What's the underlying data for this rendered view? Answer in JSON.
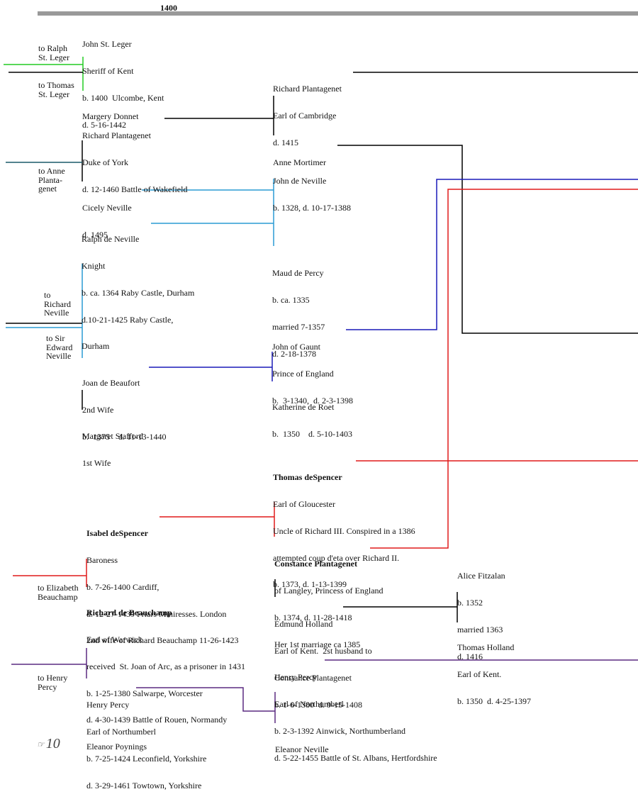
{
  "header": {
    "year": "1400"
  },
  "page_number": "10",
  "colors": {
    "green": "#22cc22",
    "black": "#000000",
    "teal": "#1a5a6a",
    "light_blue": "#2a9bd4",
    "blue": "#1a1ab8",
    "red": "#e01a1a",
    "purple": "#5a2a80",
    "bar": "#999999"
  },
  "refs": {
    "ralph": "to Ralph\nSt. Leger",
    "thomas_stleger": "to Thomas\nSt. Leger",
    "anne": "to Anne\nPlanta-\ngenet",
    "richard_neville": "to\nRichard\nNeville",
    "edward_neville": "to Sir\nEdward\nNeville",
    "elizabeth": "to Elizabeth\nBeauchamp",
    "henry_percy": "to Henry\nPercy"
  },
  "people": {
    "john_st_leger": {
      "name": "John St. Leger",
      "details": [
        "Sheriff of Kent",
        "b. 1400  Ulcombe, Kent",
        "d. 5-16-1442"
      ]
    },
    "margery_donnet": {
      "name": "Margery Donnet",
      "details": []
    },
    "richard_york": {
      "name": "Richard Plantagenet",
      "details": [
        "Duke of York",
        "d. 12-1460 Battle of Wakefield"
      ]
    },
    "cicely_neville": {
      "name": "Cicely Neville",
      "details": [
        "d. 1495"
      ]
    },
    "ralph_neville": {
      "name": "Ralph de Neville",
      "details": [
        "Knight",
        "b. ca. 1364 Raby Castle, Durham",
        "d.10-21-1425 Raby Castle,",
        "Durham"
      ]
    },
    "joan_beaufort": {
      "name": "Joan de Beaufort",
      "details": [
        "2nd Wife",
        "b.  1375    d. 11-13-1440"
      ]
    },
    "margaret_stafford": {
      "name": "Margaret Stafford",
      "details": [
        "1st Wife"
      ]
    },
    "richard_cambridge": {
      "name": "Richard Plantagenet",
      "details": [
        "Earl of Cambridge",
        "d. 1415"
      ]
    },
    "anne_mortimer": {
      "name": "Anne Mortimer",
      "details": []
    },
    "john_de_neville": {
      "name": "John de Neville",
      "details": [
        "b. 1328, d. 10-17-1388"
      ]
    },
    "maud_percy": {
      "name": "Maud de Percy",
      "details": [
        "b. ca. 1335",
        "married 7-1357",
        "d. 2-18-1378"
      ]
    },
    "john_gaunt": {
      "name": "John of Gaunt",
      "details": [
        "Prince of England",
        "b.  3-1340,  d. 2-3-1398"
      ]
    },
    "katherine_roet": {
      "name": "Katherine de Roet",
      "details": [
        "b.  1350    d. 5-10-1403"
      ]
    },
    "thomas_despencer": {
      "name": "Thomas deSpencer",
      "details": [
        "Earl of Gloucester",
        "Uncle of Richard III. Conspired in a 1386",
        "attempted coup d'eta over Richard II.",
        "b. 1373, d. 1-13-1399"
      ]
    },
    "isabel_despencer": {
      "name": "Isabel deSpencer",
      "details": [
        "Baroness",
        "b. 7-26-1400 Cardiff,",
        "d. 12-27-1439 Friars Miniresses. London",
        "2nd wife of Richard Beauchamp 11-26-1423"
      ]
    },
    "constance": {
      "name": "Constance Plantagenet",
      "details": [
        "of Langley, Princess of England",
        "b. 1374, d. 11-28-1418",
        "Her 1st marriage ca 1385"
      ]
    },
    "alice_fitzalan": {
      "name": "Alice Fitzalan",
      "details": [
        "b. 1352",
        "married 1363",
        "d. 1416"
      ]
    },
    "richard_beauchamp": {
      "name": "Richard de Beauchamp",
      "details": [
        "Earl of Warwick",
        "received  St. Joan of Arc, as a prisoner in 1431",
        "b. 1-25-1380 Salwarpe, Worcester",
        "d. 4-30-1439 Battle of Rouen, Normandy",
        "Eleanor Poynings"
      ]
    },
    "edmund_holland": {
      "name": "Edmund Holland",
      "details": [
        "Earl of Kent.  2st husband to",
        "Constance Plantagenet",
        "b. 1-6-1380  d. 9-15-1408"
      ]
    },
    "thomas_holland": {
      "name": "Thomas Holland",
      "details": [
        "Earl of Kent.",
        "b. 1350  d. 4-25-1397"
      ]
    },
    "henry_percy_northumberland_1392": {
      "name": "Henry Percy",
      "details": [
        "Earl of Northumberl",
        "b. 2-3-1392 Ainwick, Northumberland",
        "d. 5-22-1455 Battle of St. Albans, Hertfordshire"
      ]
    },
    "henry_percy_1424": {
      "name": "Henry Percy",
      "details": [
        "Earl of Northumberl",
        "b. 7-25-1424 Leconfield, Yorkshire",
        "d. 3-29-1461 Towtown, Yorkshire"
      ]
    },
    "eleanor_neville": {
      "name": "Eleanor Neville",
      "details": []
    }
  }
}
